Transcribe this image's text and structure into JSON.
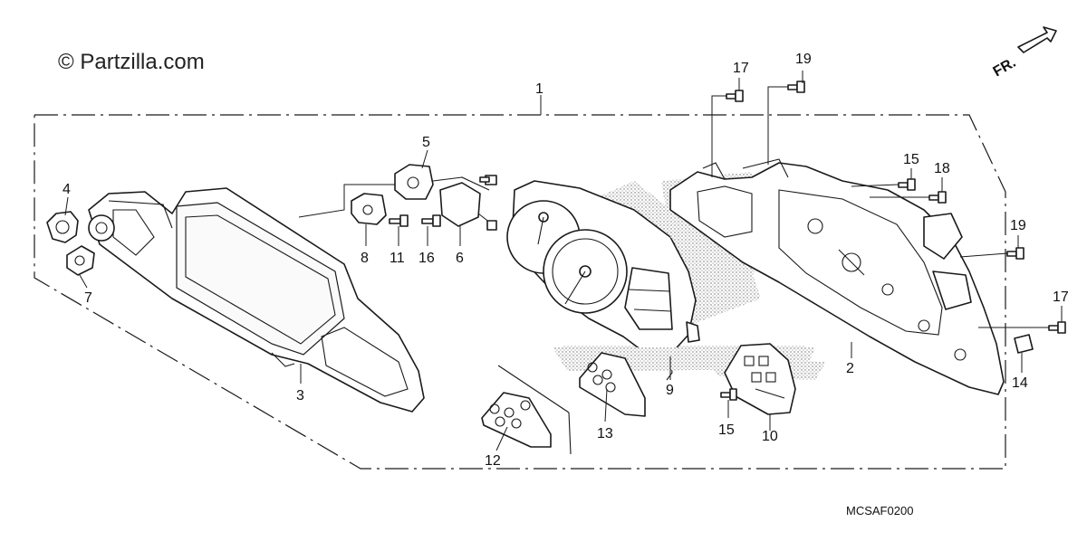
{
  "watermark": "© Partzilla.com",
  "diagram_code": "MCSAF0200",
  "direction_label": "FR.",
  "callouts": {
    "c1": "1",
    "c2": "2",
    "c3": "3",
    "c4": "4",
    "c5": "5",
    "c6": "6",
    "c7": "7",
    "c8": "8",
    "c9": "9",
    "c10": "10",
    "c11": "11",
    "c12": "12",
    "c13": "13",
    "c14": "14",
    "c15a": "15",
    "c15b": "15",
    "c16": "16",
    "c17a": "17",
    "c17b": "17",
    "c18": "18",
    "c19a": "19",
    "c19b": "19"
  }
}
